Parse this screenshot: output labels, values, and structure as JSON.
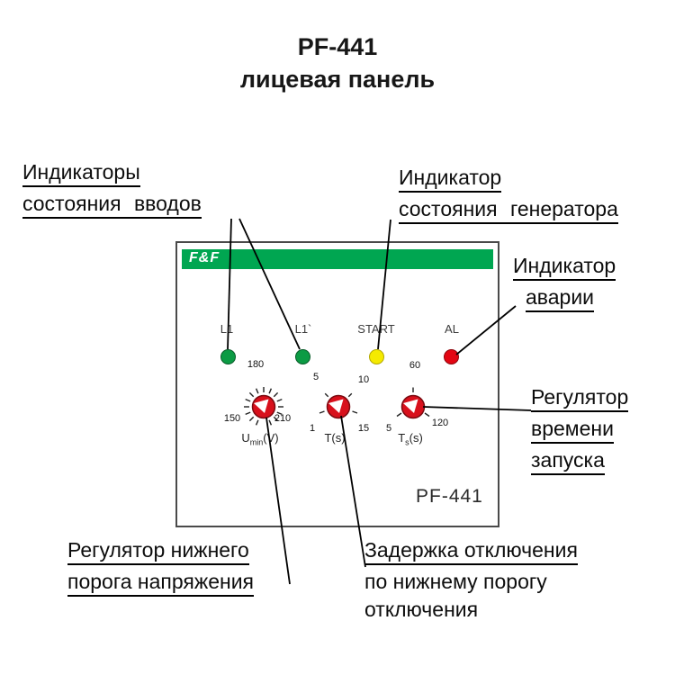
{
  "title": {
    "model": "PF-441",
    "subtitle": "лицевая панель"
  },
  "annotations": {
    "inputs": {
      "line1": "Индикаторы",
      "line2": "состояния вводов"
    },
    "generator": {
      "line1": "Индикатор",
      "line2": "состояния генератора"
    },
    "alarm": {
      "line1": "Индикатор",
      "line2": "аварии"
    },
    "start_time": {
      "line1": "Регулятор",
      "line2": "времени",
      "line3": "запуска"
    },
    "voltage_threshold": {
      "line1": "Регулятор нижнего",
      "line2": "порога напряжения"
    },
    "shutdown_delay": {
      "line1": "Задержка отключения",
      "line2": "по нижнему порогу",
      "line3": "отключения"
    }
  },
  "panel": {
    "brand": "F&F",
    "model": "PF-441",
    "header_color": "#00a651",
    "knob_color": "#d8101c",
    "leds": [
      {
        "label": "L1",
        "color": "#0c9b44"
      },
      {
        "label": "L1`",
        "color": "#0c9b44"
      },
      {
        "label": "START",
        "color": "#f5ea00"
      },
      {
        "label": "AL",
        "color": "#e30613"
      }
    ],
    "knobs": [
      {
        "label_base": "U",
        "label_sub": "min",
        "label_unit": "(V)",
        "scale": {
          "top": "180",
          "left": "150",
          "right": "210"
        }
      },
      {
        "label_base": "T",
        "label_sub": "",
        "label_unit": "(s)",
        "scale": {
          "upper_left": "5",
          "upper_right": "10",
          "lower_left": "1",
          "lower_right": "15"
        }
      },
      {
        "label_base": "T",
        "label_sub": "s",
        "label_unit": "(s)",
        "scale": {
          "top": "60",
          "lower_left": "5",
          "lower_right": "120"
        }
      }
    ]
  }
}
